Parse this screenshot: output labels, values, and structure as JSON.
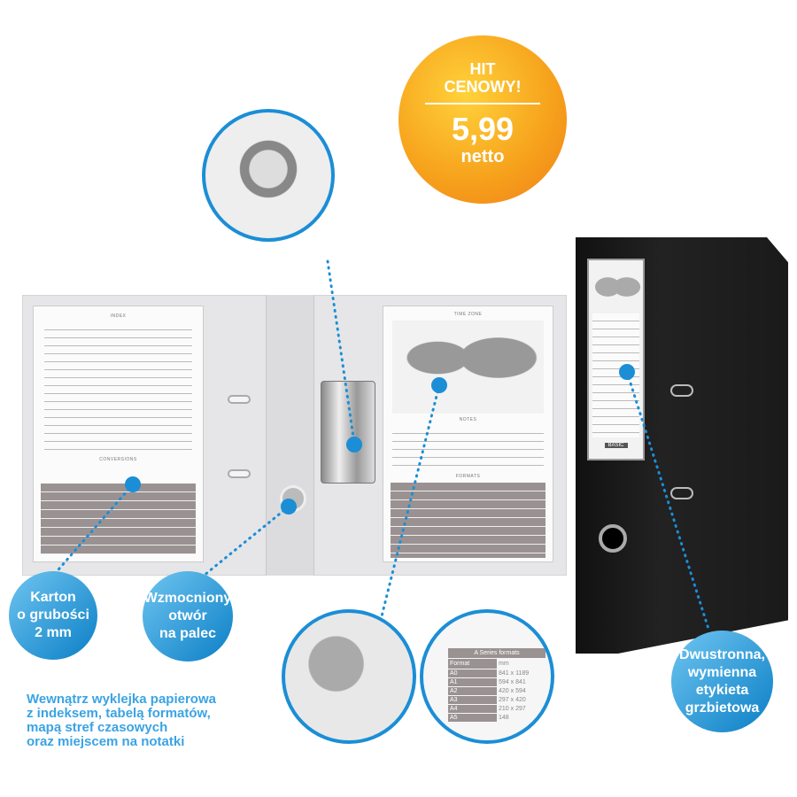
{
  "price_badge": {
    "line1": "HIT",
    "line2": "CENOWY!",
    "price": "5,99",
    "unit": "netto"
  },
  "insert": {
    "index_title": "INDEX",
    "conversions_title": "CONVERSIONS",
    "timezone_title": "TIME ZONE",
    "notes_title": "NOTES",
    "formats_title": "FORMATS"
  },
  "spine_label": {
    "brand": "BASIC"
  },
  "bubbles": {
    "karton": [
      "Karton",
      "o grubości",
      "2 mm"
    ],
    "otwor": [
      "Wzmocniony",
      "otwór",
      "na palec"
    ],
    "etykieta": [
      "Dwustronna,",
      "wymienna",
      "etykieta",
      "grzbietowa"
    ]
  },
  "formats_zoom": {
    "title": "A Series formats",
    "headers": [
      "Format",
      "mm"
    ],
    "rows": [
      [
        "A0",
        "841 x 1189"
      ],
      [
        "A1",
        "594 x 841"
      ],
      [
        "A2",
        "420 x 594"
      ],
      [
        "A3",
        "297 x 420"
      ],
      [
        "A4",
        "210 x 297"
      ],
      [
        "A5",
        "148"
      ]
    ]
  },
  "caption": [
    "Wewnątrz wyklejka papierowa",
    "z indeksem, tabelą formatów,",
    "mapą stref czasowych",
    "oraz miejscem na notatki"
  ],
  "colors": {
    "accent": "#1b8ed6",
    "price": "#f6a01b"
  }
}
